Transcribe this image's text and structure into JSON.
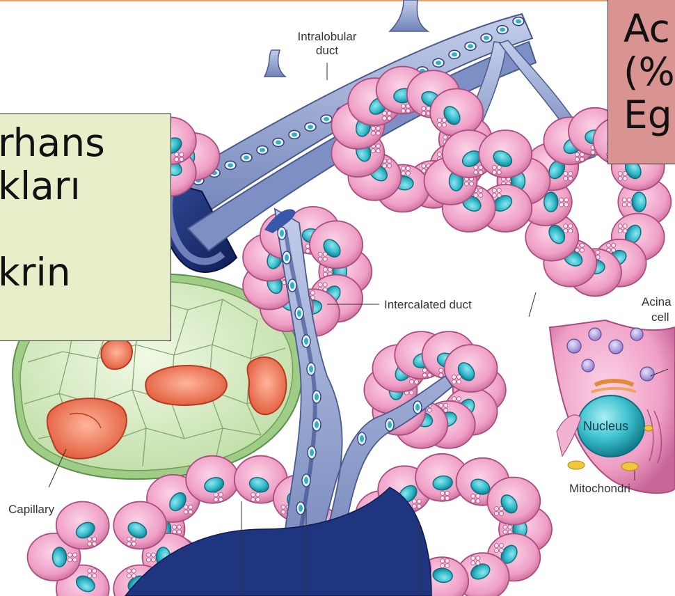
{
  "diagram": {
    "labels": {
      "intralobular_duct": [
        "Intralobular",
        "duct"
      ],
      "intercalated_duct": "Intercalated duct",
      "acinar_cell": [
        "Acina",
        "cell"
      ],
      "nucleus": "Nucleus",
      "capillary": "Capillary",
      "mitochondria": "Mitochondri"
    }
  },
  "overlay_left": {
    "lines": [
      "rhans",
      "kları",
      "",
      "krin"
    ]
  },
  "overlay_right": {
    "lines": [
      "Ac",
      "(%",
      "Eg"
    ]
  },
  "colors": {
    "acinar_cell": "#ee9cc4",
    "nucleus": "#31b7c8",
    "duct": "#8f9fcb",
    "duct_lumen": "#1c2f74",
    "islet_cell": "#d6ecc0",
    "islet_capillary": "#ec6a4a",
    "overlay_left_bg": "#e6efc9",
    "overlay_right_bg": "#d99492"
  }
}
